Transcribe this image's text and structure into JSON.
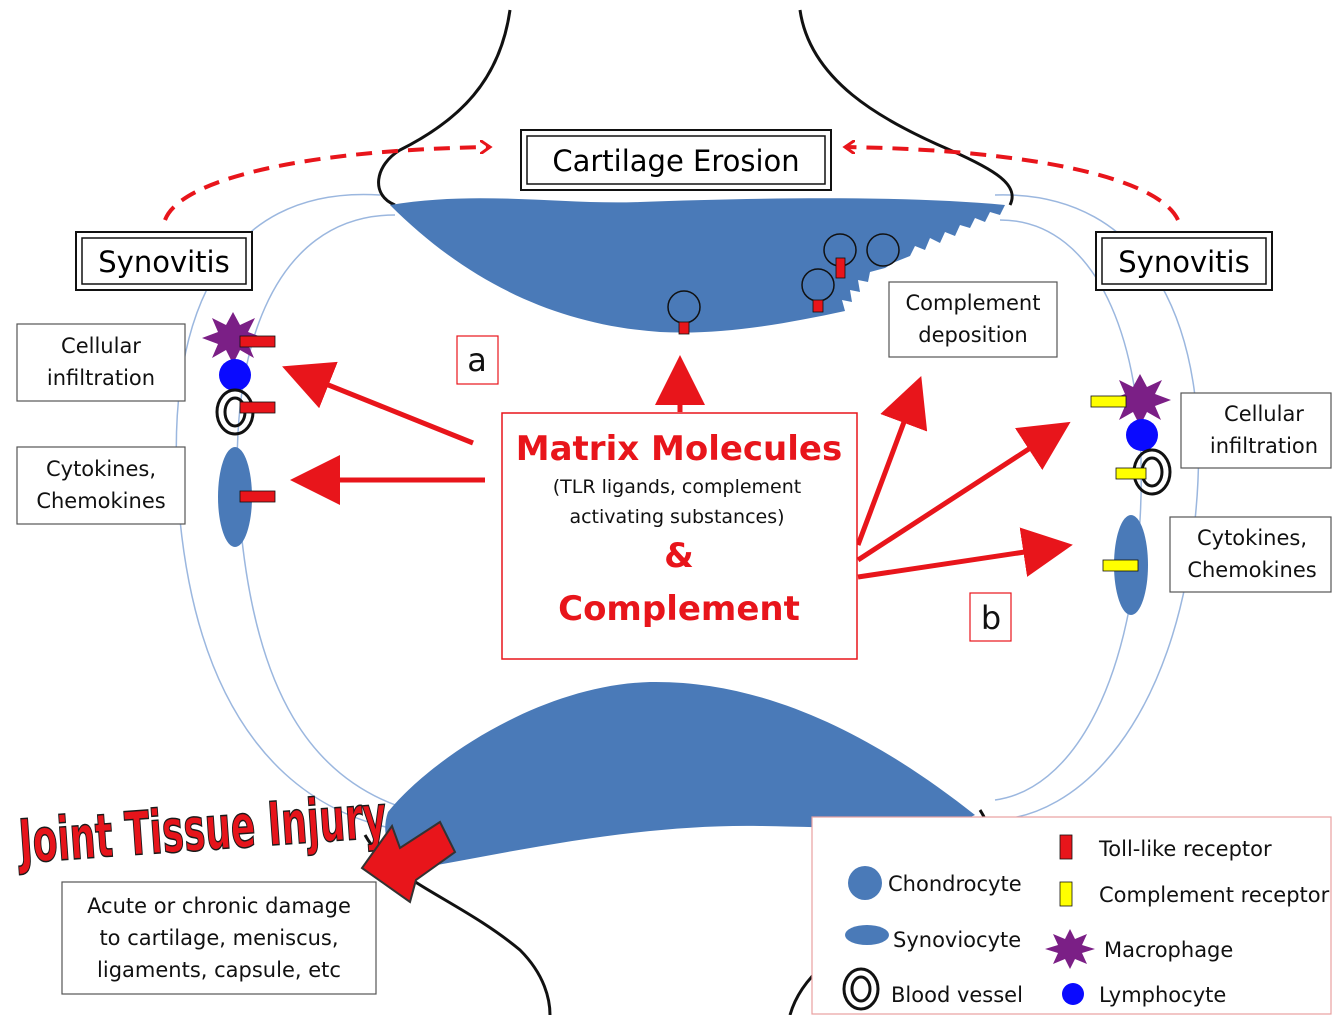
{
  "title": "Cartilage Erosion",
  "left": {
    "synovitis": "Synovitis",
    "cellular": [
      "Cellular",
      "infiltration"
    ],
    "cytokines": [
      "Cytokines,",
      "Chemokines"
    ]
  },
  "right": {
    "synovitis": "Synovitis",
    "cellular": [
      "Cellular",
      "infiltration"
    ],
    "cytokines": [
      "Cytokines,",
      "Chemokines"
    ]
  },
  "complement_deposition": [
    "Complement",
    "deposition"
  ],
  "label_a": "a",
  "label_b": "b",
  "center": {
    "matrix": "Matrix Molecules",
    "sub1": "(TLR ligands, complement",
    "sub2": "activating substances)",
    "amp": "&",
    "complement": "Complement"
  },
  "injury": "Joint Tissue Injury",
  "damage": [
    "Acute or chronic damage",
    "to cartilage, meniscus,",
    "ligaments, capsule, etc"
  ],
  "legend": {
    "chondrocyte": "Chondrocyte",
    "synoviocyte": "Synoviocyte",
    "blood_vessel": "Blood vessel",
    "tlr": "Toll-like receptor",
    "complement_receptor": "Complement receptor",
    "macrophage": "Macrophage",
    "lymphocyte": "Lymphocyte"
  },
  "colors": {
    "cartilage": "#4a7ab8",
    "red": "#e8151b",
    "yellow": "#ffff00",
    "macrophage": "#7b1f86",
    "lymphocyte": "#0a0aff",
    "capsule": "#9bb7df"
  }
}
